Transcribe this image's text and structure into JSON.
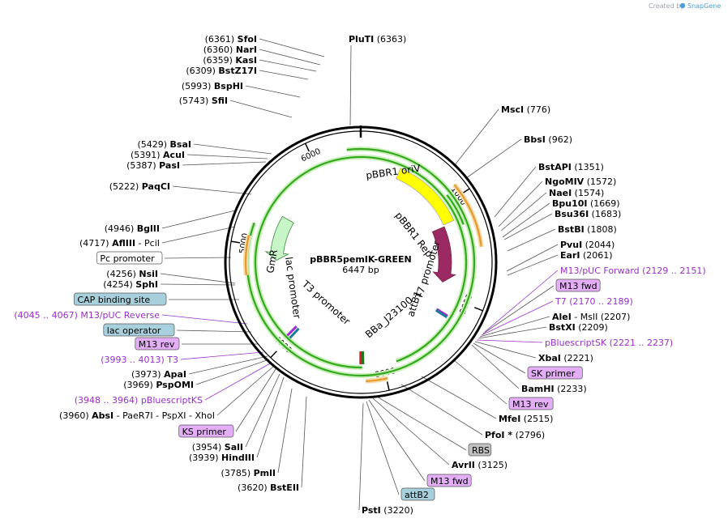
{
  "app": {
    "watermark_prefix": "Created by",
    "watermark_brand": "SnapGene"
  },
  "plasmid": {
    "name": "pBBR5pemIK-GREEN",
    "size_label": "6447 bp",
    "length": 6447
  },
  "ticks": [
    {
      "value": 1000,
      "label": "1000"
    },
    {
      "value": 2000,
      "label": "2000"
    },
    {
      "value": 3000,
      "label": "3000"
    },
    {
      "value": 4000,
      "label": "4000"
    },
    {
      "value": 5000,
      "label": "5000"
    },
    {
      "value": 6000,
      "label": "6000"
    }
  ],
  "features": [
    {
      "id": "pbbr1-oriv",
      "label": "pBBR1 oriV",
      "start": 410,
      "end": 1177,
      "type": "box",
      "color": "#ffff00"
    },
    {
      "id": "pbbr1-rep",
      "label": "pBBR1 Rep",
      "start": 1198,
      "end": 1856,
      "type": "arrow",
      "color": "#9b2a62"
    },
    {
      "id": "gmr",
      "label": "GmR",
      "start": 5380,
      "end": 4860,
      "type": "arrow",
      "color": "#c8f5c8"
    },
    {
      "id": "lac-promoter",
      "label": "lac promoter",
      "text_only": true
    },
    {
      "id": "t3-promoter",
      "label": "T3 promoter",
      "text_only": true
    },
    {
      "id": "t7-promoter",
      "label": "T7 promoter",
      "text_only": true
    },
    {
      "id": "attb1",
      "label": "attB1",
      "text_only": true
    },
    {
      "id": "bba-j23100",
      "label": "BBa_J23100",
      "text_only": true
    }
  ],
  "left_labels": [
    {
      "name": "SfoI",
      "pos": "(6361)"
    },
    {
      "name": "NarI",
      "pos": "(6360)"
    },
    {
      "name": "KasI",
      "pos": "(6359)"
    },
    {
      "name": "BstZ17I",
      "pos": "(6309)"
    },
    {
      "name": "BspHI",
      "pos": "(5993)"
    },
    {
      "name": "SfiI",
      "pos": "(5743)"
    },
    {
      "name": "BsaI",
      "pos": "(5429)"
    },
    {
      "name": "AcuI",
      "pos": "(5391)"
    },
    {
      "name": "PasI",
      "pos": "(5387)"
    },
    {
      "name": "PaqCI",
      "pos": "(5222)"
    },
    {
      "name": "BglII",
      "pos": "(4946)"
    },
    {
      "name": "AflIII",
      "pos": "(4717)",
      "extra": "- PciI"
    },
    {
      "box": "Pc promoter"
    },
    {
      "name": "NsiI",
      "pos": "(4256)"
    },
    {
      "name": "SphI",
      "pos": "(4254)"
    },
    {
      "box": "CAP binding site"
    },
    {
      "purple": "(4045 .. 4067)  M13/pUC Reverse"
    },
    {
      "box": "lac operator"
    },
    {
      "box": "M13 rev"
    },
    {
      "purple": "(3993 .. 4013)  T3"
    },
    {
      "name": "ApaI",
      "pos": "(3973)"
    },
    {
      "name": "PspOMI",
      "pos": "(3969)"
    },
    {
      "purple": "(3948 .. 3964)  pBluescriptKS"
    },
    {
      "name": "AbsI",
      "pos": "(3960)",
      "extra": "- PaeR7I  - PspXI  - XhoI"
    },
    {
      "box": "KS primer"
    },
    {
      "name": "SalI",
      "pos": "(3954)"
    },
    {
      "name": "HindIII",
      "pos": "(3939)"
    },
    {
      "name": "PmlI",
      "pos": "(3785)"
    },
    {
      "name": "BstEII",
      "pos": "(3620)"
    }
  ],
  "right_labels": [
    {
      "name": "PluTI",
      "pos": "(6363)"
    },
    {
      "name": "MscI",
      "pos": "(776)"
    },
    {
      "name": "BbsI",
      "pos": "(962)"
    },
    {
      "name": "BstAPI",
      "pos": "(1351)"
    },
    {
      "name": "NgoMIV",
      "pos": "(1572)"
    },
    {
      "name": "NaeI",
      "pos": "(1574)"
    },
    {
      "name": "Bpu10I",
      "pos": "(1669)"
    },
    {
      "name": "Bsu36I",
      "pos": "(1683)"
    },
    {
      "name": "BstBI",
      "pos": "(1808)"
    },
    {
      "name": "PvuI",
      "pos": "(2044)"
    },
    {
      "name": "EarI",
      "pos": "(2061)"
    },
    {
      "purple": "M13/pUC Forward    (2129 .. 2151)"
    },
    {
      "box": "M13 fwd"
    },
    {
      "purple": "T7    (2170 .. 2189)"
    },
    {
      "name": "AleI",
      "pos": "(2207)",
      "extra": "- MslI"
    },
    {
      "name": "BstXI",
      "pos": "(2209)"
    },
    {
      "purple": "pBluescriptSK    (2221 .. 2237)"
    },
    {
      "name": "XbaI",
      "pos": "(2221)"
    },
    {
      "box": "SK primer"
    },
    {
      "name": "BamHI",
      "pos": "(2233)"
    },
    {
      "box": "M13 rev"
    },
    {
      "name": "MfeI",
      "pos": "(2515)"
    },
    {
      "name": "PfoI *",
      "pos": "(2796)"
    },
    {
      "box": "RBS"
    },
    {
      "name": "AvrII",
      "pos": "(3125)"
    },
    {
      "box": "M13 fwd"
    },
    {
      "box": "attB2"
    },
    {
      "name": "PstI",
      "pos": "(3220)"
    }
  ],
  "colors": {
    "backbone": "#000000",
    "purple_text": "#9a2fc9",
    "feature_box_purple": "#e3aef5",
    "feature_box_teal": "#a8cfdc",
    "feature_box_gray": "#c0c0c0",
    "green_arrow": "#34a81e",
    "orange_arrow": "#e49b2c"
  }
}
